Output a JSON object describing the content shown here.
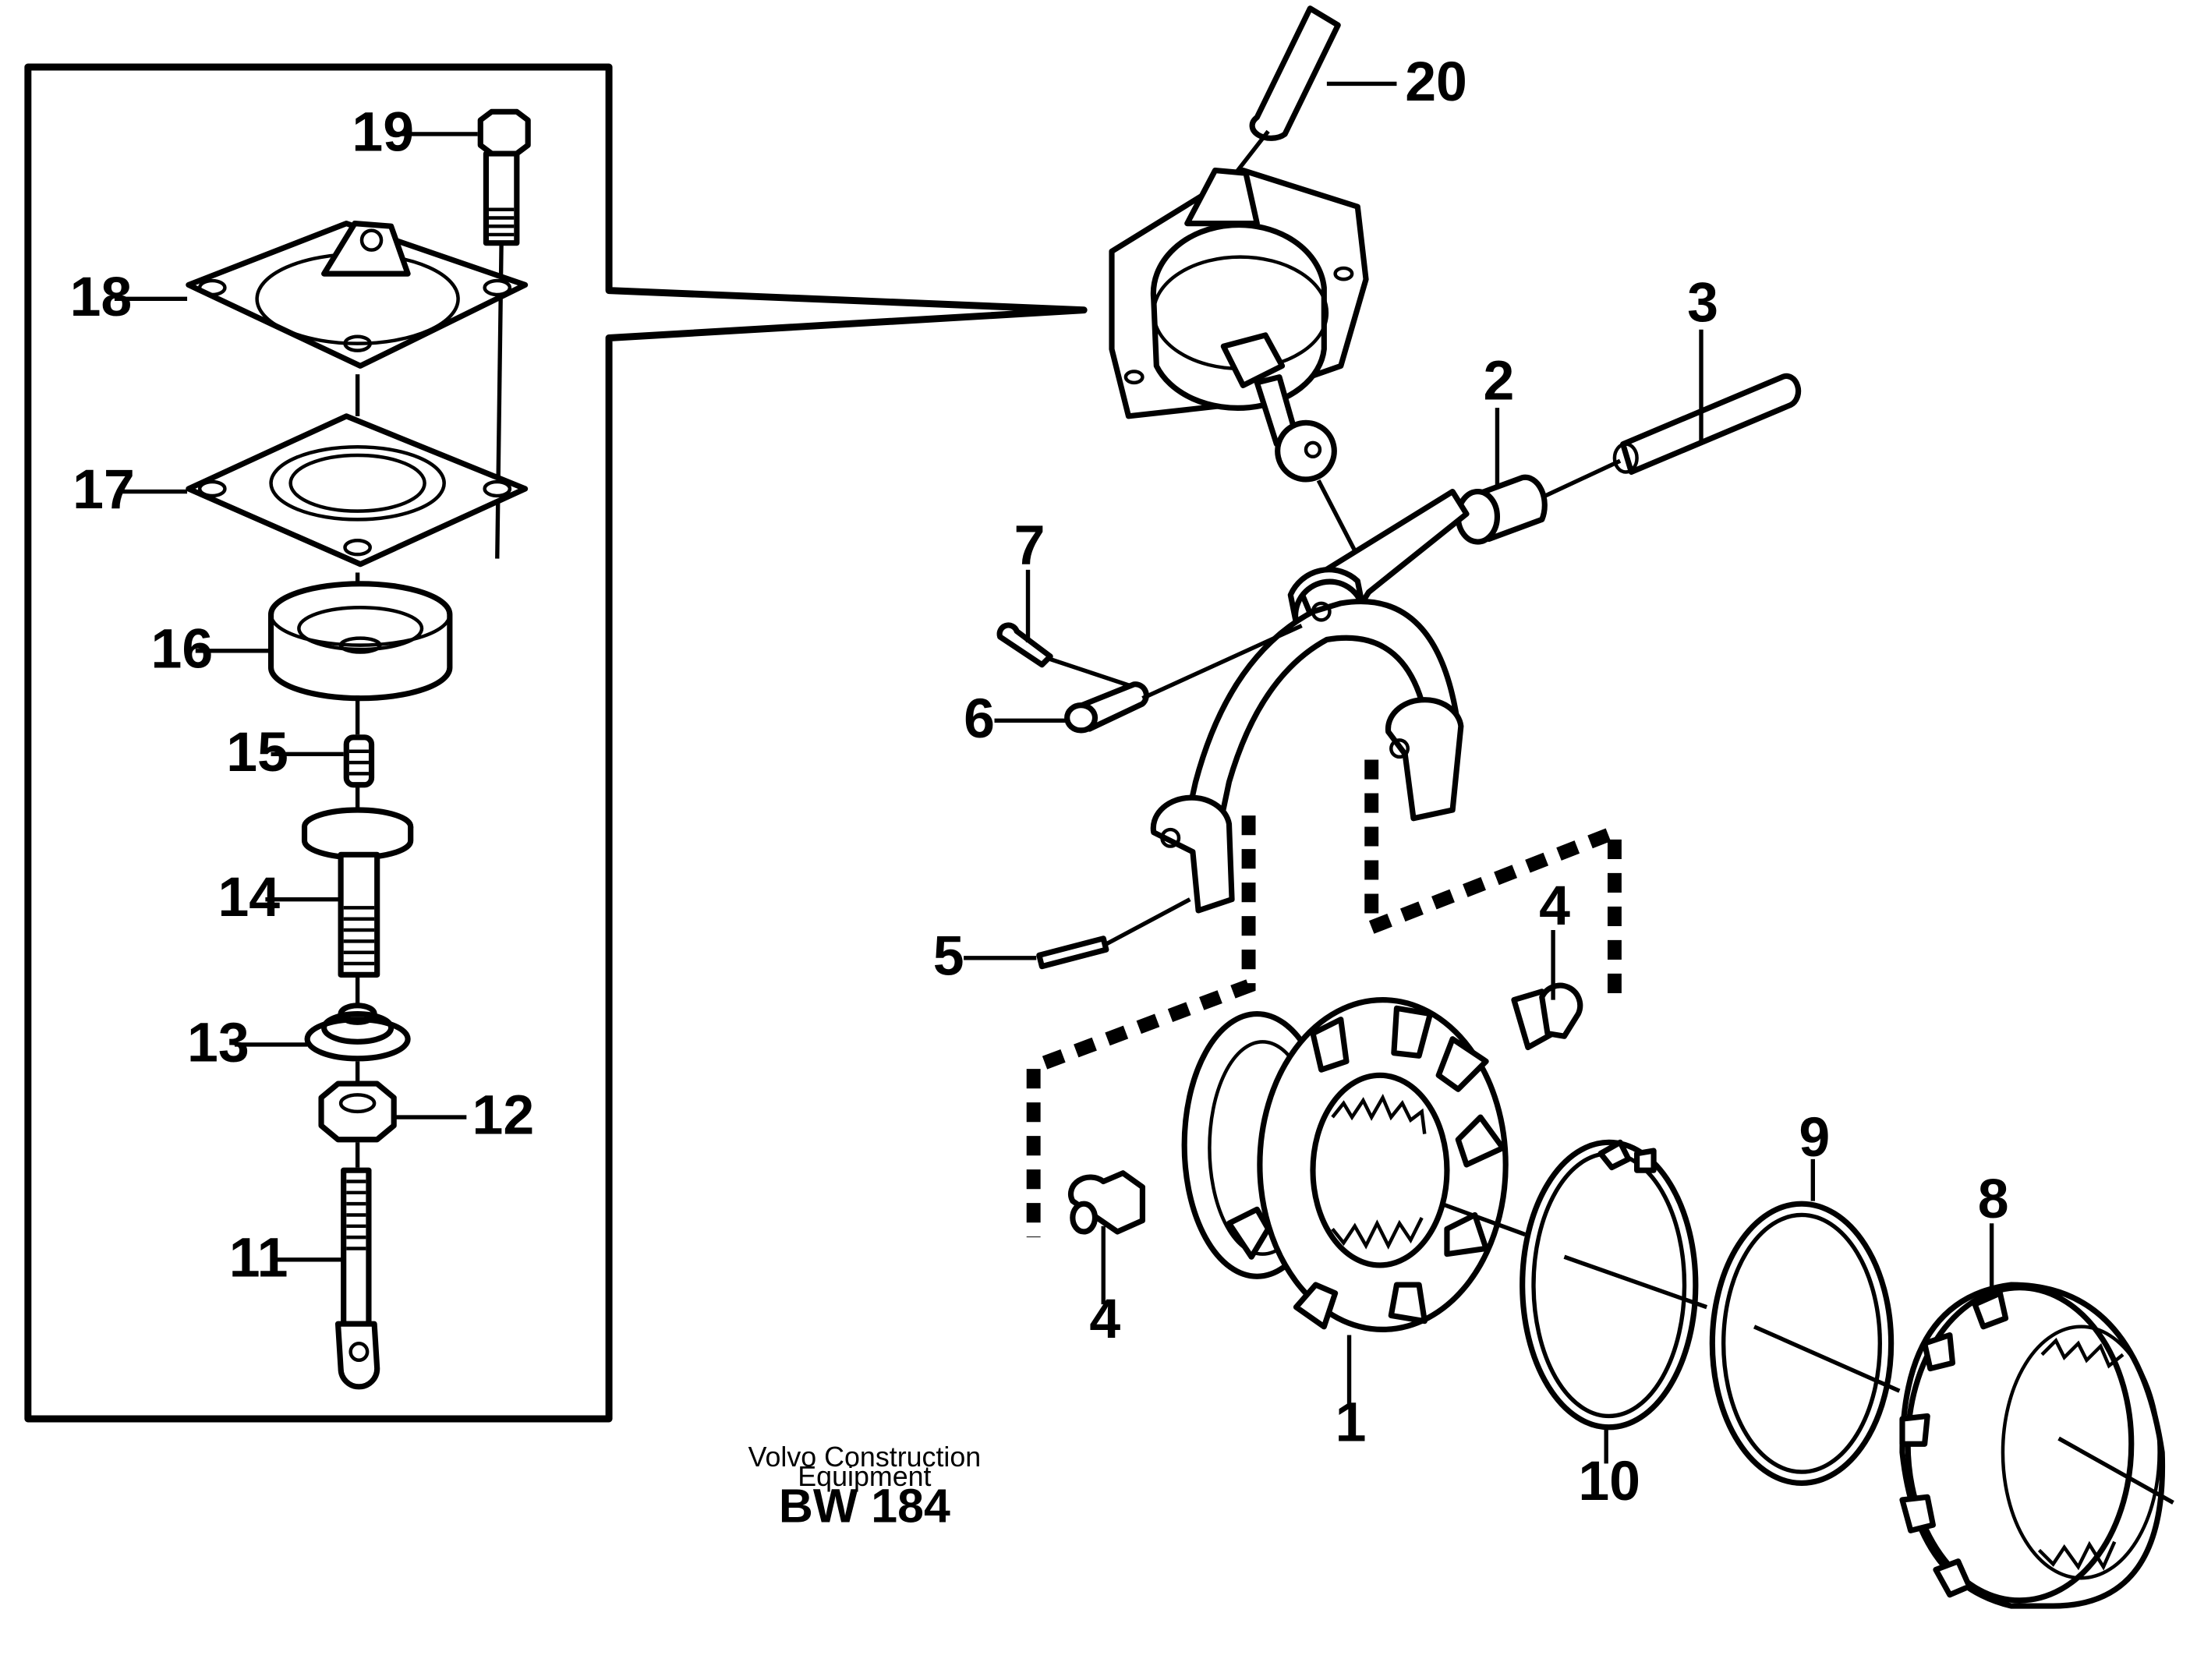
{
  "labels": {
    "p1": "1",
    "p2": "2",
    "p3": "3",
    "p4a": "4",
    "p4b": "4",
    "p5": "5",
    "p6": "6",
    "p7": "7",
    "p8": "8",
    "p9": "9",
    "p10": "10",
    "p11": "11",
    "p12": "12",
    "p13": "13",
    "p14": "14",
    "p15": "15",
    "p16": "16",
    "p17": "17",
    "p18": "18",
    "p19": "19",
    "p20": "20"
  },
  "credit": {
    "line1": "Volvo Construction",
    "line2": "Equipment",
    "code": "BW 184"
  },
  "colors": {
    "ink": "#000000",
    "paper": "#ffffff"
  }
}
